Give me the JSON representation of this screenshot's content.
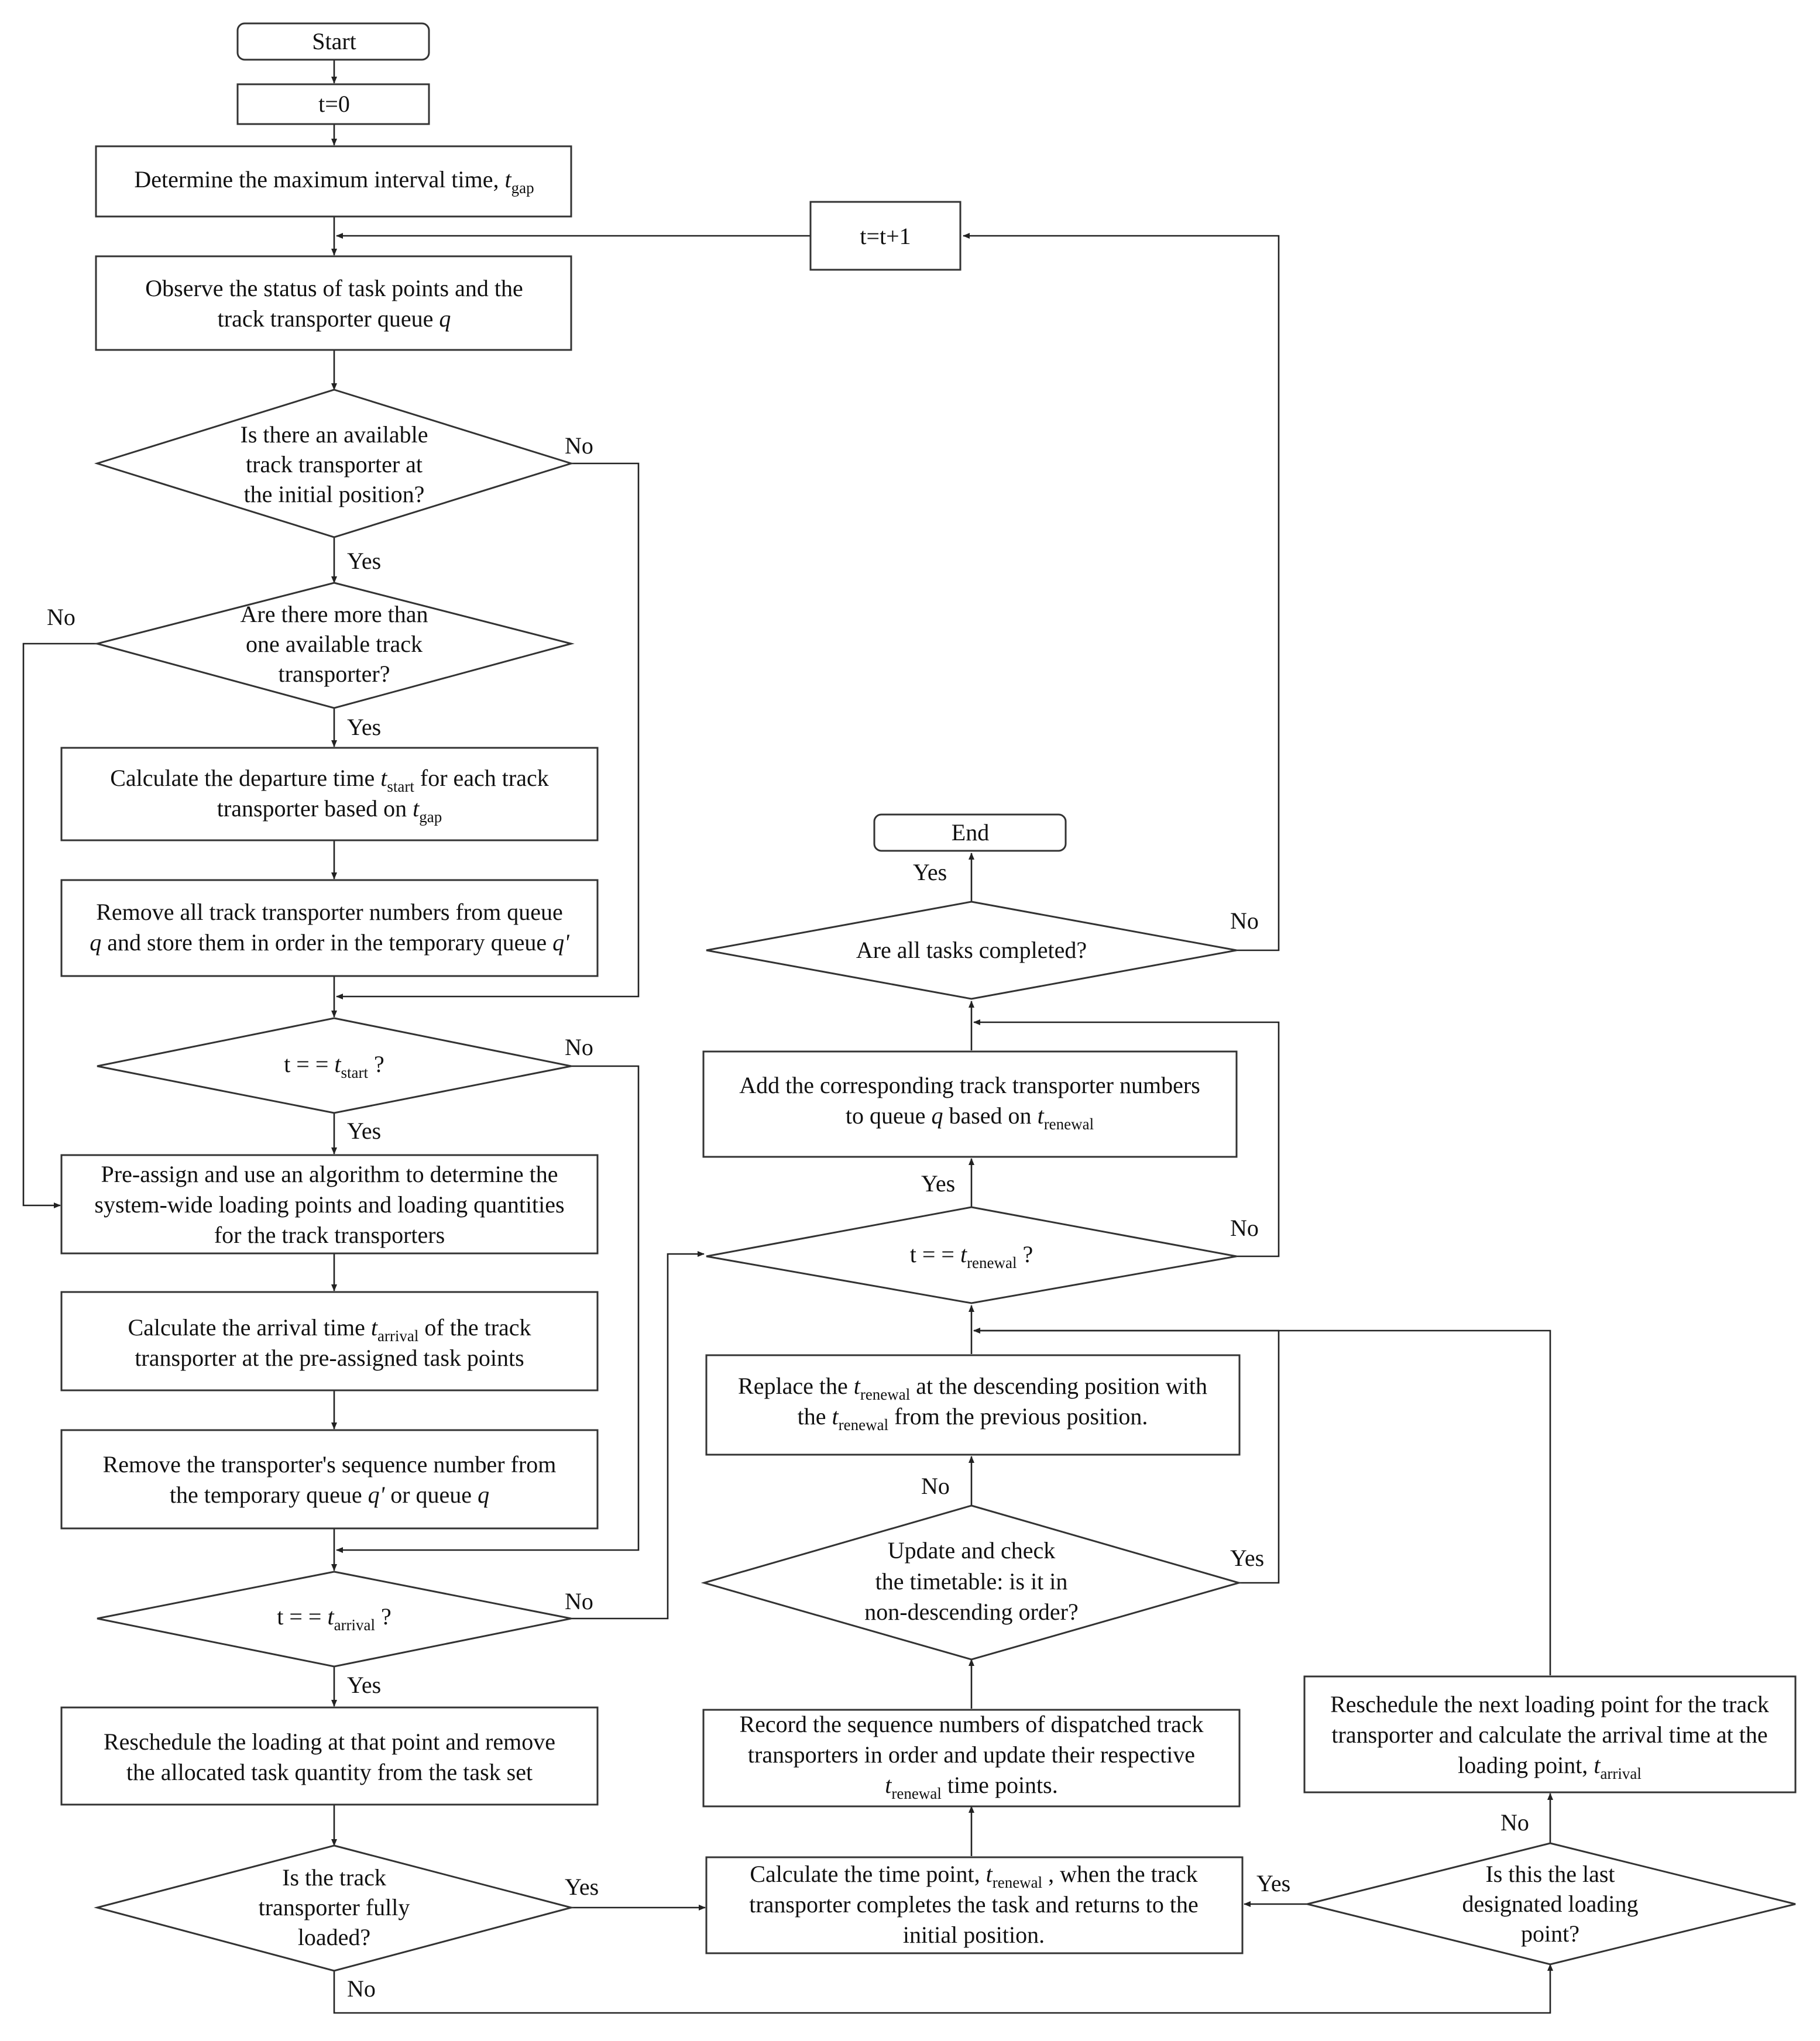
{
  "nodes": {
    "start": {
      "text": "Start"
    },
    "t0": {
      "text": "t=0"
    },
    "tgap": {
      "text": "Determine the maximum interval time, ",
      "var": "t",
      "sub": "gap"
    },
    "tinc": {
      "text": "t=t+1"
    },
    "observe": {
      "line1": "Observe the status of task points and the",
      "line2": "track transporter queue ",
      "var": "q"
    },
    "d_avail": {
      "line1": "Is there an available",
      "line2": "track transporter at",
      "line3": "the initial position?"
    },
    "d_more": {
      "line1": "Are there more than",
      "line2": "one available track",
      "line3": "transporter?"
    },
    "calc_depart": {
      "line1a": "Calculate the departure time ",
      "var1": "t",
      "sub1": "start",
      "line1b": " for each track",
      "line2a": "transporter based on ",
      "var2": "t",
      "sub2": "gap"
    },
    "remove_all": {
      "line1": "Remove all track transporter numbers from queue",
      "var1": "q",
      "line2": " and store them in order in the temporary queue ",
      "var2": "q'"
    },
    "d_tstart": {
      "pre": "t = = ",
      "var": "t",
      "sub": "start",
      "post": " ?"
    },
    "preassign": {
      "line1": "Pre-assign and use an algorithm to determine the",
      "line2": "system-wide loading points and loading quantities",
      "line3": "for the track transporters"
    },
    "calc_arrival": {
      "line1a": "Calculate the arrival time ",
      "var": "t",
      "sub": "arrival",
      "line1b": " of the track",
      "line2": "transporter at the pre-assigned task points"
    },
    "remove_seq": {
      "line1": "Remove the transporter's sequence number from",
      "line2a": "the temporary queue ",
      "var1": "q'",
      "mid": " or queue ",
      "var2": "q"
    },
    "d_tarrival": {
      "pre": "t = = ",
      "var": "t",
      "sub": "arrival",
      "post": " ?"
    },
    "reschedule_loading": {
      "line1": "Reschedule the loading at that point and remove",
      "line2": "the allocated task quantity from the task set"
    },
    "d_full": {
      "line1": "Is the track",
      "line2": "transporter fully",
      "line3": "loaded?"
    },
    "end": {
      "text": "End"
    },
    "d_alldone": {
      "text": "Are all tasks completed?"
    },
    "add_queue": {
      "line1": "Add the corresponding track transporter numbers",
      "line2a": "to queue ",
      "var1": "q",
      "line2b": " based on ",
      "var2": "t",
      "sub2": "renewal"
    },
    "d_trenewal": {
      "pre": "t = = ",
      "var": "t",
      "sub": "renewal",
      "post": " ?"
    },
    "replace": {
      "line1a": "Replace the ",
      "var1": "t",
      "sub1": "renewal",
      "line1b": " at the descending position with",
      "line2a": "the ",
      "var2": "t",
      "sub2": "renewal",
      "line2b": " from the previous position."
    },
    "d_update": {
      "line1": "Update and check",
      "line2": "the timetable: is it in",
      "line3": "non-descending order?"
    },
    "record": {
      "line1": "Record the sequence numbers of dispatched track",
      "line2": "transporters in order and update their respective",
      "var": "t",
      "sub": "renewal",
      "line3b": " time points."
    },
    "calc_renewal": {
      "line1a": "Calculate the time point, ",
      "var": "t",
      "sub": "renewal",
      "line1b": " , when the track",
      "line2": "transporter completes the task and returns to the",
      "line3": "initial position."
    },
    "resched_next": {
      "line1": "Reschedule the next loading point for the track",
      "line2": "transporter and calculate the arrival time at the",
      "line3a": "loading point, ",
      "var": "t",
      "sub": "arrival"
    },
    "d_last": {
      "line1": "Is this the last",
      "line2": "designated loading",
      "line3": "point?"
    }
  },
  "edge_labels": {
    "avail_no": "No",
    "avail_yes": "Yes",
    "more_no": "No",
    "more_yes": "Yes",
    "tstart_no": "No",
    "tstart_yes": "Yes",
    "tarrival_no": "No",
    "tarrival_yes": "Yes",
    "full_yes": "Yes",
    "full_no": "No",
    "alldone_yes": "Yes",
    "alldone_no": "No",
    "trenewal_yes": "Yes",
    "trenewal_no": "No",
    "update_no": "No",
    "update_yes": "Yes",
    "last_yes": "Yes",
    "last_no": "No"
  }
}
